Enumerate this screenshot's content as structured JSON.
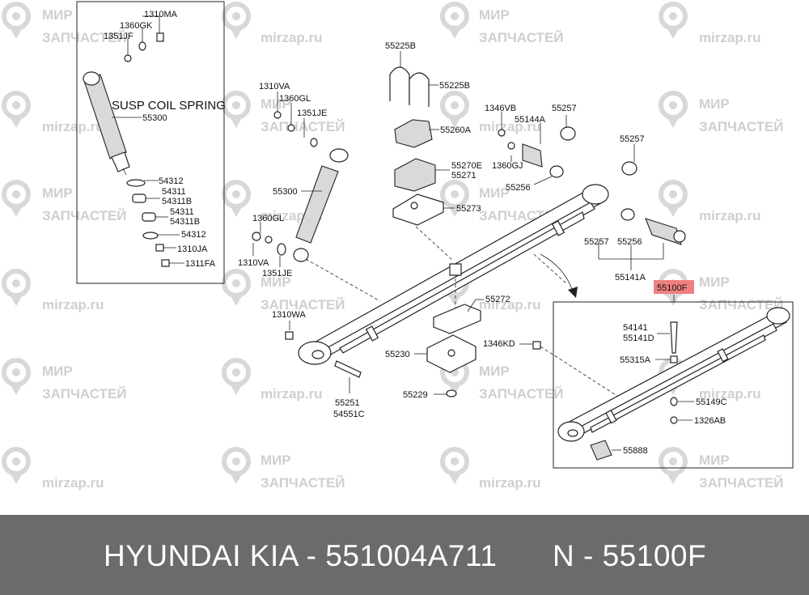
{
  "watermark": {
    "brand_line1": "МИР",
    "brand_line2": "ЗАПЧАСТЕЙ",
    "site": "mirzap.ru"
  },
  "labels": {
    "l1310MA": "1310MA",
    "l1360GK": "1360GK",
    "l1351JF": "1351JF",
    "susp": "SUSP COIL SPRING",
    "l55300a": "55300",
    "l54312a": "54312",
    "l54311a": "54311",
    "l54311Ba": "54311B",
    "l54311b": "54311",
    "l54311Bb": "54311B",
    "l54312b": "54312",
    "l1310JA": "1310JA",
    "l1311FA": "1311FA",
    "l1310VAa": "1310VA",
    "l1360GLa": "1360GL",
    "l1351JEa": "1351JE",
    "l55300b": "55300",
    "l1360GLb": "1360GL",
    "l1310VAb": "1310VA",
    "l1351JEb": "1351JE",
    "l1310WA": "1310WA",
    "l55225Ba": "55225B",
    "l55225Bb": "55225B",
    "l55260A": "55260A",
    "l55270E": "55270E",
    "l55271": "55271",
    "l55273": "55273",
    "l1346VB": "1346VB",
    "l55144A": "55144A",
    "l55257a": "55257",
    "l1360GJ": "1360GJ",
    "l55256a": "55256",
    "l55257b": "55257",
    "l55257c": "55257",
    "l55256b": "55256",
    "l55141A": "55141A",
    "l55100F": "55100F",
    "l55272": "55272",
    "l55230": "55230",
    "l1346KD": "1346KD",
    "l55229": "55229",
    "l55251": "55251",
    "l54551C": "54551C",
    "l54141": "54141",
    "l55141D": "55141D",
    "l55315A": "55315A",
    "l55149C": "55149C",
    "l1326AB": "1326AB",
    "l55888": "55888"
  },
  "footer": {
    "brand": "HYUNDAI  KIA - 551004A711",
    "n": "N - 55100F"
  },
  "colors": {
    "highlight": "#f08080",
    "footer_bg": "#6b6b6b",
    "watermark": "#cfcfcf"
  }
}
